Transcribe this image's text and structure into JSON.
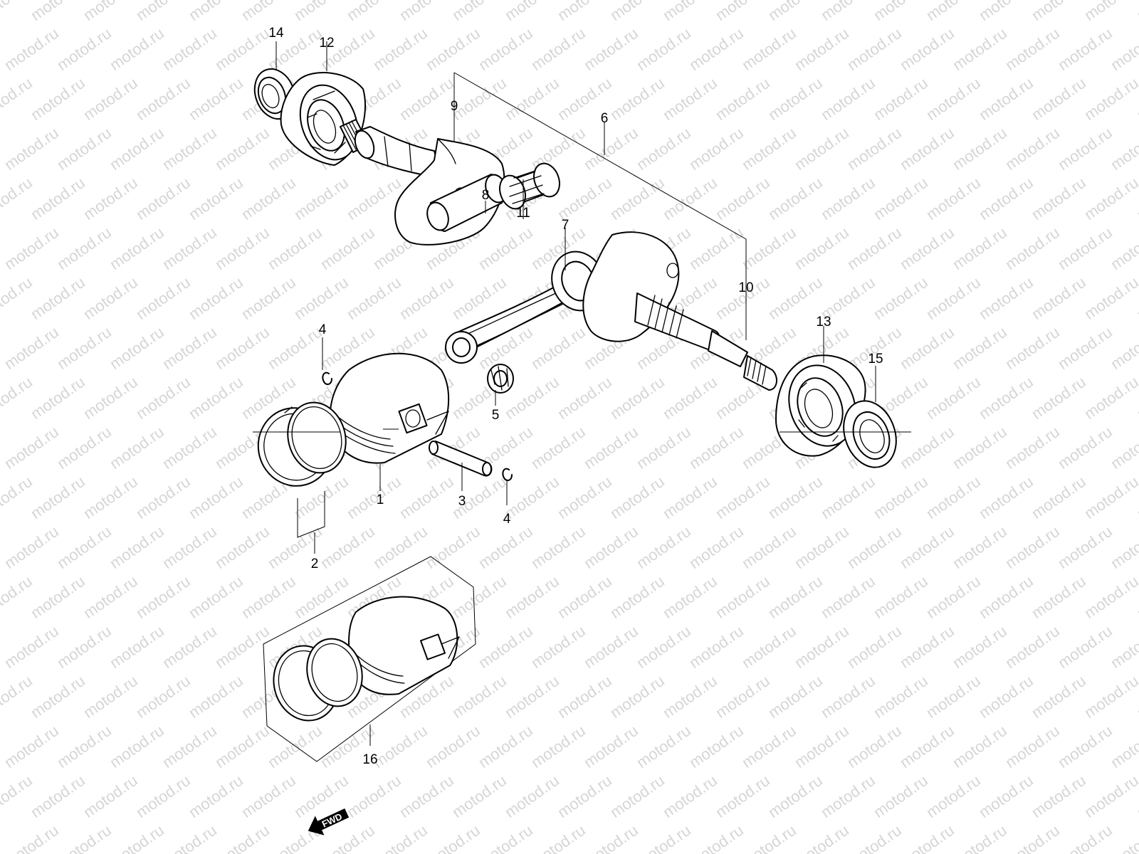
{
  "watermark": {
    "text": "motod.ru",
    "color": "#d6d6d6"
  },
  "callouts": [
    {
      "id": "c1",
      "label": "1"
    },
    {
      "id": "c2",
      "label": "2"
    },
    {
      "id": "c3",
      "label": "3"
    },
    {
      "id": "c4a",
      "label": "4"
    },
    {
      "id": "c4b",
      "label": "4"
    },
    {
      "id": "c5",
      "label": "5"
    },
    {
      "id": "c6",
      "label": "6"
    },
    {
      "id": "c7",
      "label": "7"
    },
    {
      "id": "c8",
      "label": "8"
    },
    {
      "id": "c9",
      "label": "9"
    },
    {
      "id": "c10",
      "label": "10"
    },
    {
      "id": "c11",
      "label": "11"
    },
    {
      "id": "c12",
      "label": "12"
    },
    {
      "id": "c13",
      "label": "13"
    },
    {
      "id": "c14",
      "label": "14"
    },
    {
      "id": "c15",
      "label": "15"
    },
    {
      "id": "c16",
      "label": "16"
    }
  ],
  "fwd_arrow": {
    "label": "FWD"
  }
}
